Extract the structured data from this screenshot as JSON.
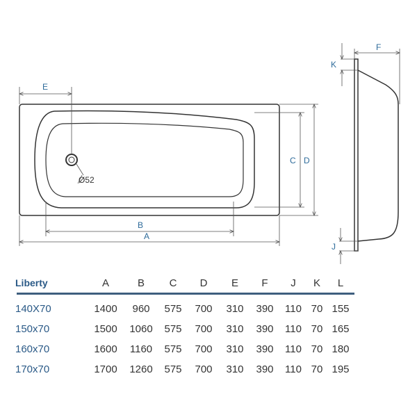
{
  "drawing": {
    "labels": {
      "A": "A",
      "B": "B",
      "C": "C",
      "D": "D",
      "E": "E",
      "F": "F",
      "J": "J",
      "K": "K",
      "drain": "Ø52"
    },
    "label_color": "#2e6b9a"
  },
  "table": {
    "title": "Liberty",
    "columns": [
      "A",
      "B",
      "C",
      "D",
      "E",
      "F",
      "J",
      "K",
      "L"
    ],
    "rows": [
      {
        "model": "140X70",
        "values": [
          "1400",
          "960",
          "575",
          "700",
          "310",
          "390",
          "110",
          "70",
          "155"
        ]
      },
      {
        "model": "150x70",
        "values": [
          "1500",
          "1060",
          "575",
          "700",
          "310",
          "390",
          "110",
          "70",
          "165"
        ]
      },
      {
        "model": "160x70",
        "values": [
          "1600",
          "1160",
          "575",
          "700",
          "310",
          "390",
          "110",
          "70",
          "180"
        ]
      },
      {
        "model": "170x70",
        "values": [
          "1700",
          "1260",
          "575",
          "700",
          "310",
          "390",
          "110",
          "70",
          "195"
        ]
      }
    ]
  }
}
